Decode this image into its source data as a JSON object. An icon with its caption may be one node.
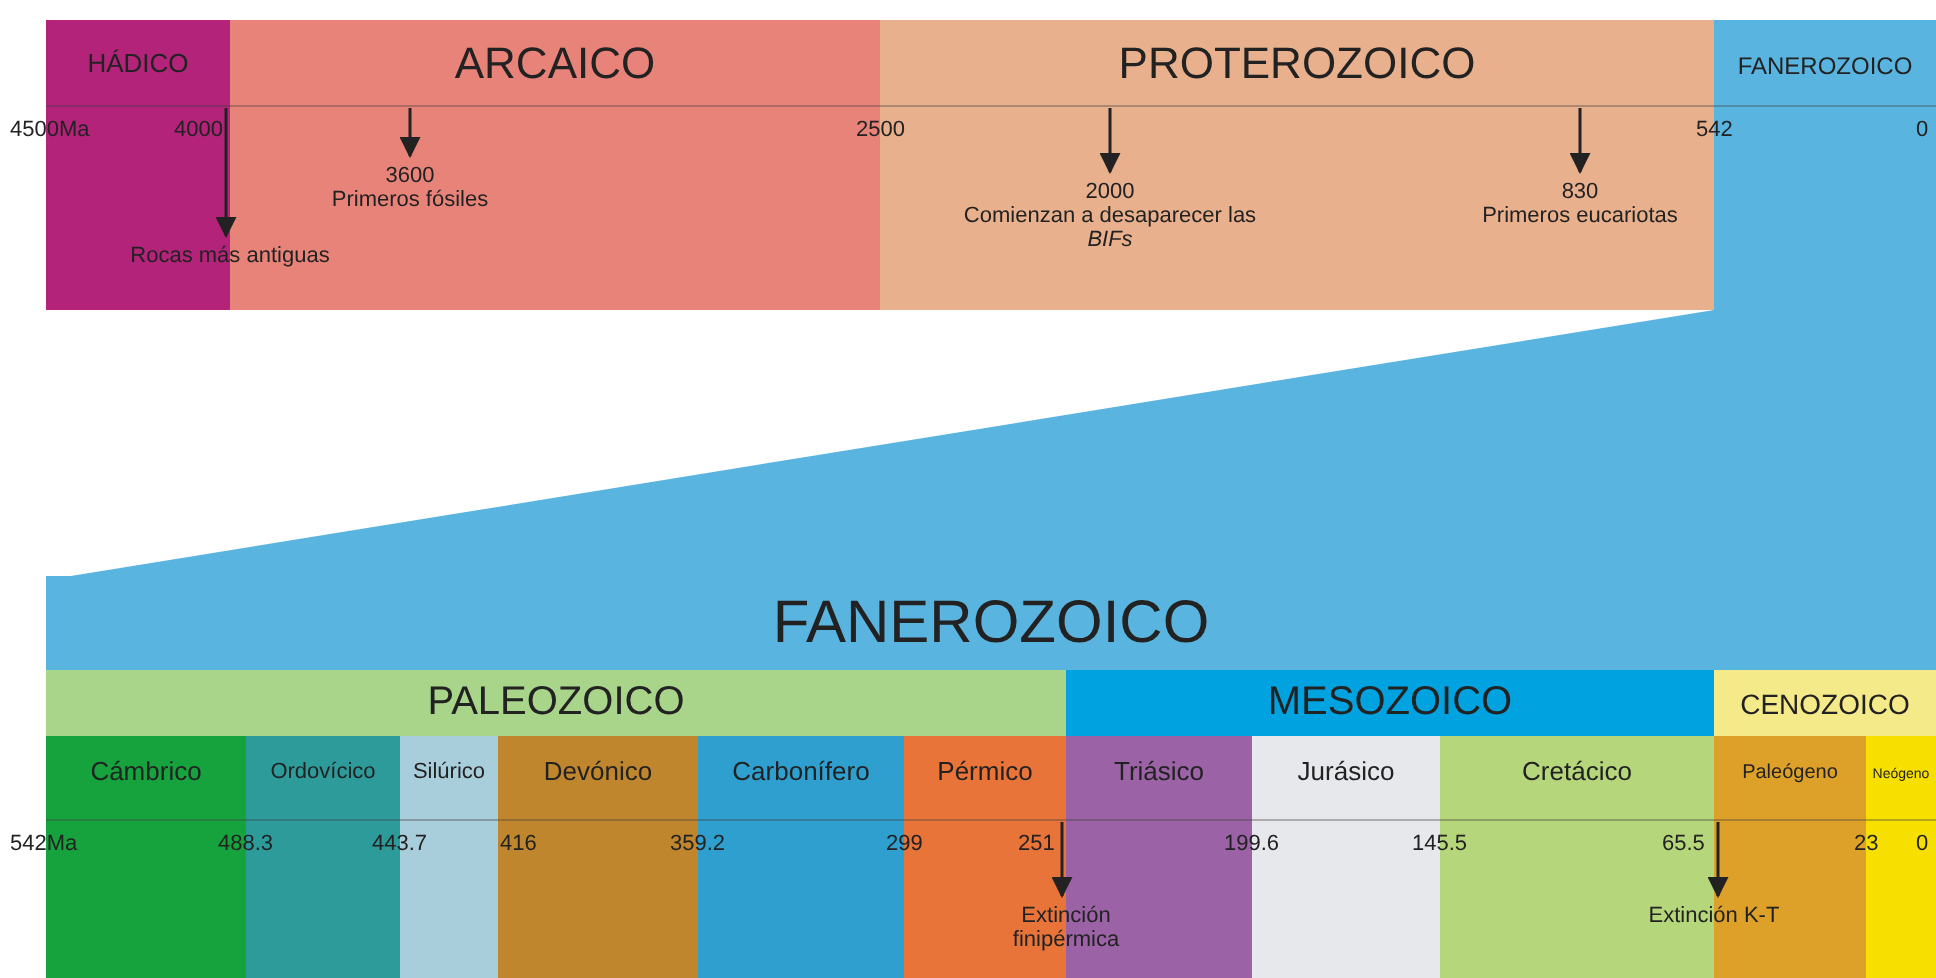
{
  "diagram": {
    "nodes": [
      {
        "text": [
          "HÁDICO"
        ]
      },
      {
        "text": [
          "ARCAICO"
        ]
      },
      {
        "text": [
          "PROTEROZOICO"
        ]
      },
      {
        "text": [
          "FANEROZOICO"
        ]
      },
      {
        "text": [
          "Rocas más antiguas"
        ]
      },
      {
        "text": [
          "3600",
          "Primeros fósiles"
        ],
        "in": 1
      },
      {
        "text": [
          "2000",
          "Comienzan a desaparecer las *BIFs*"
        ],
        "in": 2
      },
      {
        "text": [
          "830",
          "Primeros eucariotas"
        ],
        "in": 2
      },
      {
        "text": [
          "FANEROZOICO"
        ]
      },
      {
        "text": [
          "PALEOZOICO"
        ]
      },
      {
        "text": [
          "MESOZOICO"
        ]
      },
      {
        "text": [
          "CENOZOICO"
        ]
      },
      {
        "text": [
          "Cámbrico"
        ]
      },
      {
        "text": [
          "Ordovícico"
        ]
      },
      {
        "text": [
          "Silúrico"
        ]
      },
      {
        "text": [
          "Devónico"
        ]
      },
      {
        "text": [
          "Carbonífero"
        ]
      },
      {
        "text": [
          "Pérmico"
        ]
      },
      {
        "text": [
          "Triásico"
        ]
      },
      {
        "text": [
          "Jurásico"
        ]
      },
      {
        "text": [
          "Cretácico"
        ]
      },
      {
        "text": [
          "Paleógeno"
        ]
      },
      {
        "text": [
          "Neógeno"
        ]
      },
      {
        "text": [
          "Extinción finipérmica"
        ]
      },
      {
        "text": [
          "Extinción K-T"
        ]
      }
    ],
    "edges": [
      {
        "from": 0,
        "to": 4,
        "arrow": "to"
      },
      {
        "from": null,
        "to": 5,
        "arrow": "to"
      },
      {
        "from": null,
        "to": 6,
        "arrow": "to"
      },
      {
        "from": null,
        "to": 7,
        "arrow": "to"
      },
      {
        "from": 17,
        "to": 23,
        "arrow": "to"
      },
      {
        "from": 21,
        "to": 24,
        "arrow": "to"
      }
    ],
    "labels": [
      "4500Ma",
      "4000",
      "2500",
      "542",
      "0",
      "542Ma",
      "488.3",
      "443.7",
      "416",
      "359.2",
      "299",
      "251",
      "199.6",
      "145.5",
      "65.5",
      "23",
      "0"
    ]
  }
}
